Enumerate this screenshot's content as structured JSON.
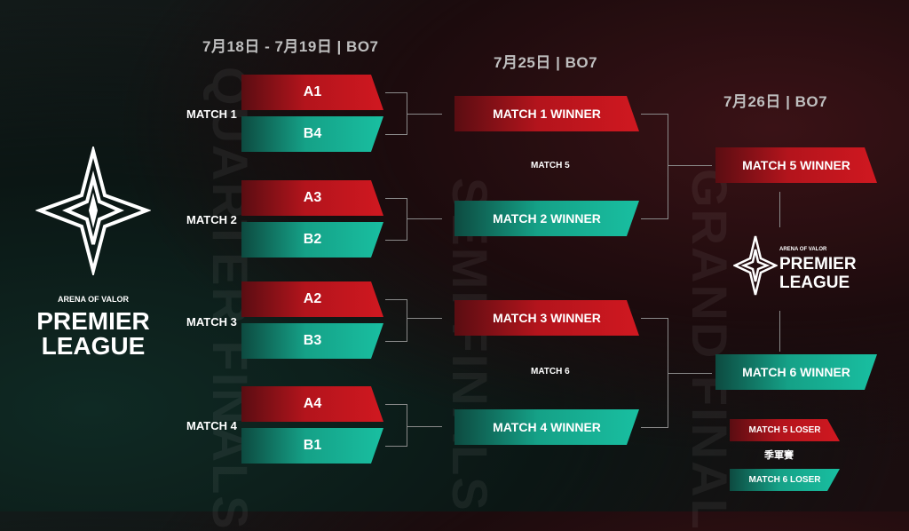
{
  "headers": {
    "qf": "7月18日 - 7月19日 | BO7",
    "sf": "7月25日 | BO7",
    "gf": "7月26日 | BO7"
  },
  "watermarks": {
    "qf": "QUARTER FINALS",
    "sf": "SEMI FINALS",
    "gf": "GRAND FINAL"
  },
  "logo": {
    "line1": "ARENA OF VALOR",
    "line2": "PREMIER",
    "line3": "LEAGUE"
  },
  "quarterfinals": [
    {
      "label": "MATCH 1",
      "top": "A1",
      "bottom": "B4"
    },
    {
      "label": "MATCH 2",
      "top": "A3",
      "bottom": "B2"
    },
    {
      "label": "MATCH 3",
      "top": "A2",
      "bottom": "B3"
    },
    {
      "label": "MATCH 4",
      "top": "A4",
      "bottom": "B1"
    }
  ],
  "semifinals": [
    {
      "label": "MATCH 5",
      "top": "MATCH 1 WINNER",
      "bottom": "MATCH 2 WINNER"
    },
    {
      "label": "MATCH 6",
      "top": "MATCH 3 WINNER",
      "bottom": "MATCH 4 WINNER"
    }
  ],
  "final": {
    "top": "MATCH 5 WINNER",
    "bottom": "MATCH 6 WINNER"
  },
  "third_place": {
    "top": "MATCH 5 LOSER",
    "label": "季軍賽",
    "bottom": "MATCH 6 LOSER"
  },
  "colors": {
    "red": "#c8161e",
    "teal": "#19bfa1",
    "line": "#8a8a8a"
  }
}
